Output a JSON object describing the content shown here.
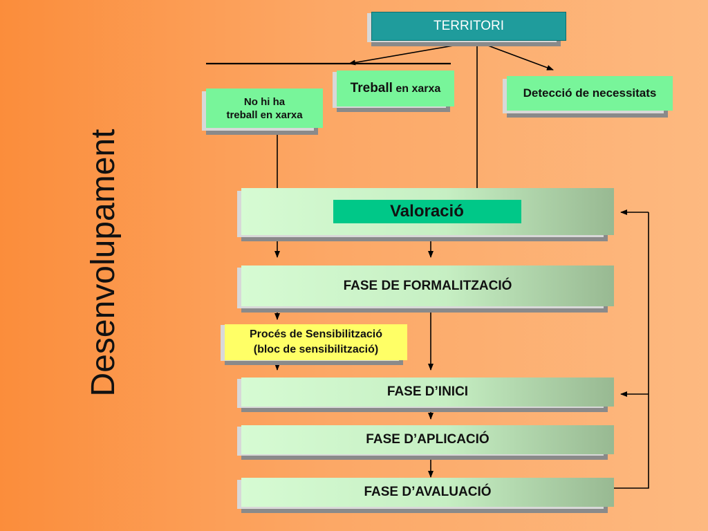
{
  "title": "Desenvolupament",
  "territori": "TERRITORI",
  "treball": {
    "strong": "Treball",
    "rest": " en xarxa"
  },
  "no_treball": {
    "line1": "No hi ha",
    "line2": "treball en xarxa"
  },
  "deteccio": "Detecció  de necessitats",
  "valoracio": "Valoració",
  "fase_formalitzacio": "FASE  DE  FORMALITZACIÓ",
  "sensibilitzacio": {
    "line1": "Procés de Sensibilització",
    "line2": "(bloc de sensibilització)"
  },
  "fase_inici": "FASE D’INICI",
  "fase_aplicacio": "FASE D’APLICACIÓ",
  "fase_avaluacio": "FASE  D’AVALUACIÓ",
  "colors": {
    "territori": "#1f9c9c",
    "green_box": "#78f59a",
    "valoracio_label": "#00c888",
    "sensibilitzacio": "#ffff66",
    "background": "#fca765"
  }
}
